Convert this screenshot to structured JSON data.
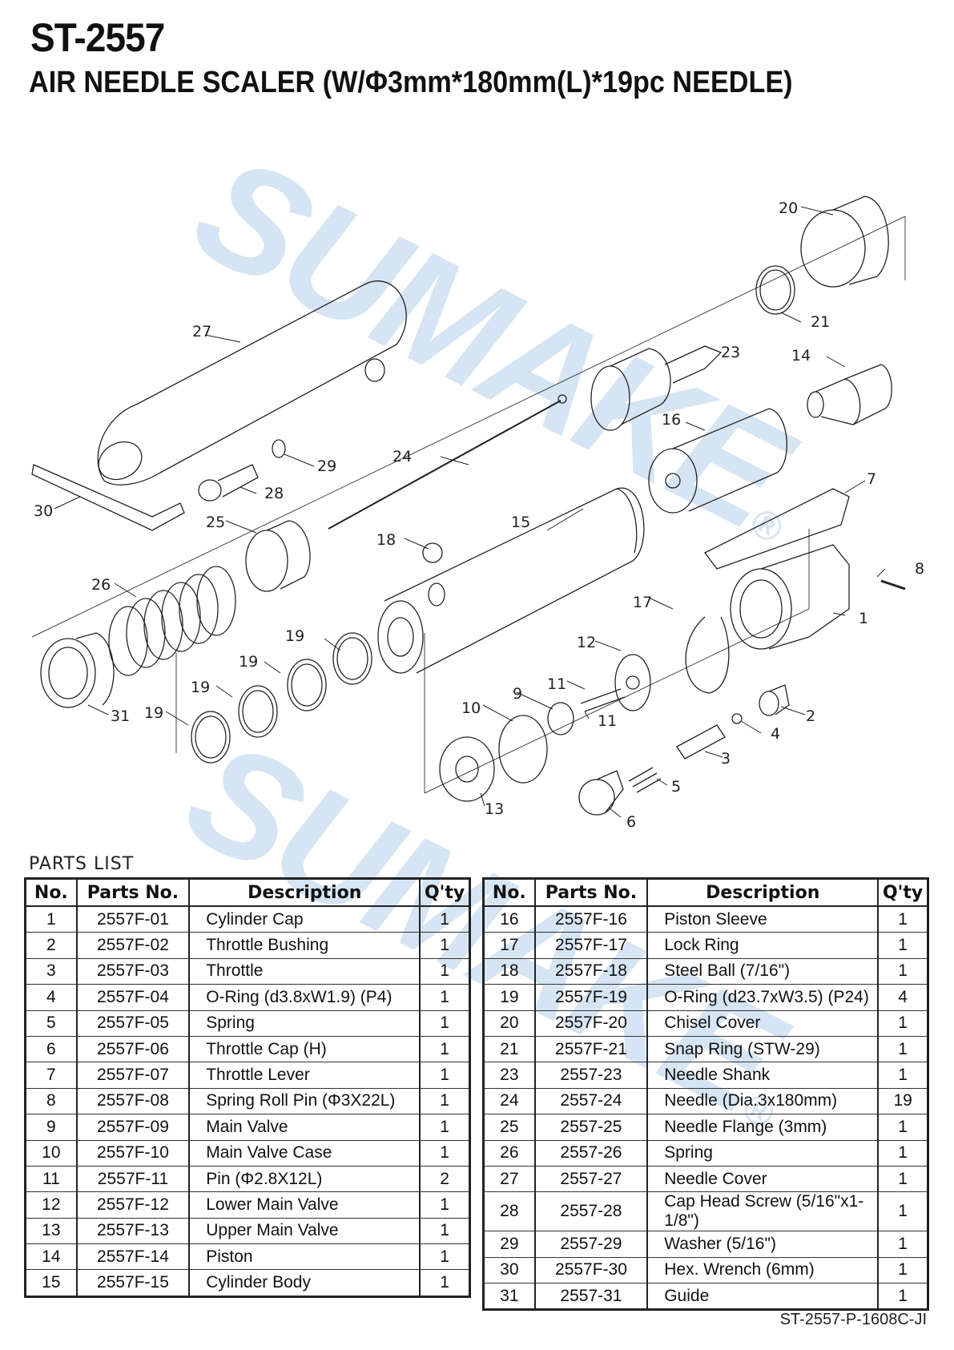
{
  "header": {
    "model": "ST-2557",
    "title": "AIR NEEDLE SCALER (W/Φ3mm*180mm(L)*19pc NEEDLE)"
  },
  "watermark": {
    "text": "SUMAKE",
    "mark": "®",
    "color": "#cfe1f2"
  },
  "diagram": {
    "callouts": [
      "1",
      "2",
      "3",
      "4",
      "5",
      "6",
      "7",
      "8",
      "9",
      "10",
      "11",
      "11",
      "12",
      "13",
      "14",
      "15",
      "16",
      "17",
      "18",
      "19",
      "19",
      "19",
      "19",
      "20",
      "21",
      "23",
      "24",
      "25",
      "26",
      "27",
      "28",
      "29",
      "30",
      "31"
    ]
  },
  "parts_list": {
    "title": "PARTS LIST",
    "columns": [
      "No.",
      "Parts No.",
      "Description",
      "Q'ty"
    ],
    "left": [
      {
        "no": "1",
        "part": "2557F-01",
        "desc": "Cylinder Cap",
        "qty": "1"
      },
      {
        "no": "2",
        "part": "2557F-02",
        "desc": "Throttle Bushing",
        "qty": "1"
      },
      {
        "no": "3",
        "part": "2557F-03",
        "desc": "Throttle",
        "qty": "1"
      },
      {
        "no": "4",
        "part": "2557F-04",
        "desc": "O-Ring (d3.8xW1.9) (P4)",
        "qty": "1"
      },
      {
        "no": "5",
        "part": "2557F-05",
        "desc": "Spring",
        "qty": "1"
      },
      {
        "no": "6",
        "part": "2557F-06",
        "desc": "Throttle Cap (H)",
        "qty": "1"
      },
      {
        "no": "7",
        "part": "2557F-07",
        "desc": "Throttle Lever",
        "qty": "1"
      },
      {
        "no": "8",
        "part": "2557F-08",
        "desc": "Spring Roll Pin (Φ3X22L)",
        "qty": "1"
      },
      {
        "no": "9",
        "part": "2557F-09",
        "desc": "Main Valve",
        "qty": "1"
      },
      {
        "no": "10",
        "part": "2557F-10",
        "desc": "Main Valve Case",
        "qty": "1"
      },
      {
        "no": "11",
        "part": "2557F-11",
        "desc": "Pin (Φ2.8X12L)",
        "qty": "2"
      },
      {
        "no": "12",
        "part": "2557F-12",
        "desc": "Lower Main Valve",
        "qty": "1"
      },
      {
        "no": "13",
        "part": "2557F-13",
        "desc": "Upper Main Valve",
        "qty": "1"
      },
      {
        "no": "14",
        "part": "2557F-14",
        "desc": "Piston",
        "qty": "1"
      },
      {
        "no": "15",
        "part": "2557F-15",
        "desc": "Cylinder Body",
        "qty": "1"
      }
    ],
    "right": [
      {
        "no": "16",
        "part": "2557F-16",
        "desc": "Piston Sleeve",
        "qty": "1"
      },
      {
        "no": "17",
        "part": "2557F-17",
        "desc": "Lock Ring",
        "qty": "1"
      },
      {
        "no": "18",
        "part": "2557F-18",
        "desc": "Steel Ball (7/16\")",
        "qty": "1"
      },
      {
        "no": "19",
        "part": "2557F-19",
        "desc": "O-Ring (d23.7xW3.5) (P24)",
        "qty": "4"
      },
      {
        "no": "20",
        "part": "2557F-20",
        "desc": "Chisel Cover",
        "qty": "1"
      },
      {
        "no": "21",
        "part": "2557F-21",
        "desc": "Snap Ring (STW-29)",
        "qty": "1"
      },
      {
        "no": "23",
        "part": "2557-23",
        "desc": "Needle Shank",
        "qty": "1"
      },
      {
        "no": "24",
        "part": "2557-24",
        "desc": "Needle (Dia.3x180mm)",
        "qty": "19"
      },
      {
        "no": "25",
        "part": "2557-25",
        "desc": "Needle Flange (3mm)",
        "qty": "1"
      },
      {
        "no": "26",
        "part": "2557-26",
        "desc": "Spring",
        "qty": "1"
      },
      {
        "no": "27",
        "part": "2557-27",
        "desc": "Needle Cover",
        "qty": "1"
      },
      {
        "no": "28",
        "part": "2557-28",
        "desc": "Cap Head Screw (5/16\"x1-1/8\")",
        "qty": "1"
      },
      {
        "no": "29",
        "part": "2557-29",
        "desc": "Washer (5/16\")",
        "qty": "1"
      },
      {
        "no": "30",
        "part": "2557F-30",
        "desc": "Hex. Wrench (6mm)",
        "qty": "1"
      },
      {
        "no": "31",
        "part": "2557-31",
        "desc": "Guide",
        "qty": "1"
      }
    ]
  },
  "footer": {
    "doc_code": "ST-2557-P-1608C-JI"
  }
}
